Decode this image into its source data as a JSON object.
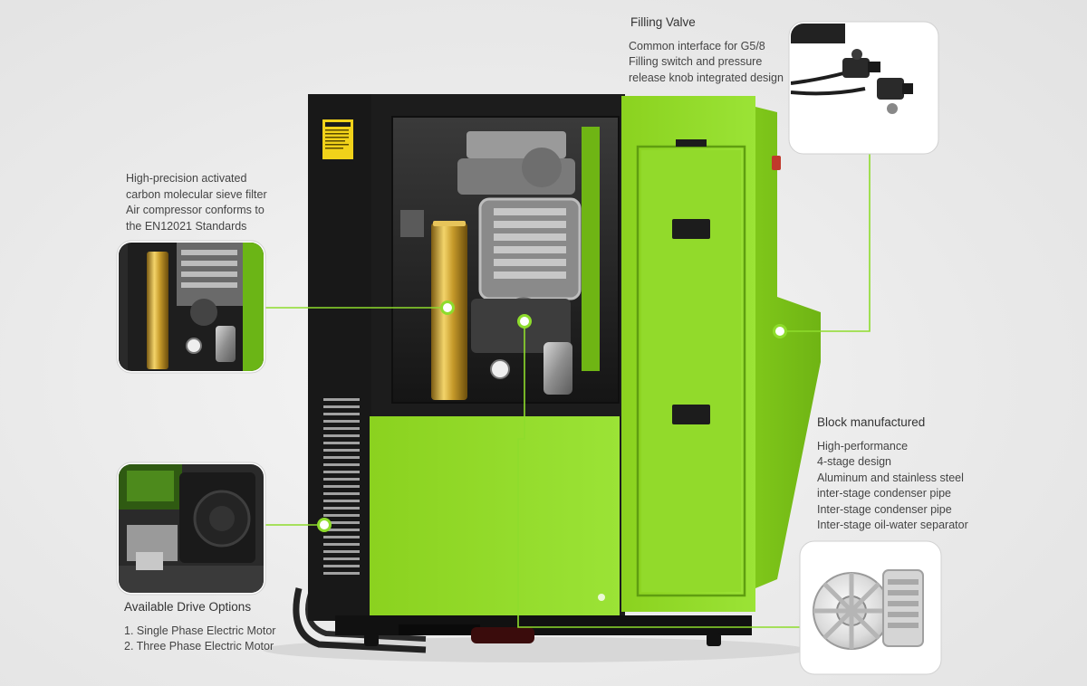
{
  "callouts": {
    "filling_valve": {
      "heading": "Filling Valve",
      "lines": [
        "Common interface for G5/8",
        "Filling switch and pressure",
        "release knob integrated design"
      ]
    },
    "block": {
      "heading": "Block manufactured",
      "lines": [
        "High-performance",
        "4-stage design",
        "Aluminum and stainless steel",
        "inter-stage condenser pipe",
        "Inter-stage condenser pipe",
        "Inter-stage oil-water separator"
      ]
    },
    "filter": {
      "lines": [
        "High-precision activated",
        "carbon molecular sieve filter",
        "Air compressor conforms to",
        "the EN12021 Standards"
      ]
    },
    "drive": {
      "heading": "Available Drive Options",
      "lines": [
        "1. Single Phase Electric Motor",
        "2. Three Phase Electric Motor"
      ]
    }
  },
  "colors": {
    "accent": "#8edc2c",
    "panel": "#8fd924",
    "cabinet": "#1c1c1c"
  },
  "icons": [
    "warning-label-icon",
    "callout-marker-icon"
  ]
}
